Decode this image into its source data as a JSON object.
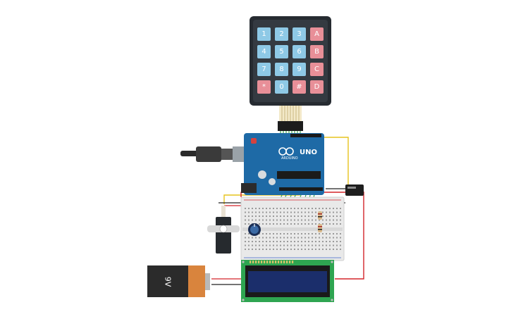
{
  "keypad": {
    "rows": [
      [
        "1",
        "2",
        "3",
        "A"
      ],
      [
        "4",
        "5",
        "6",
        "B"
      ],
      [
        "7",
        "8",
        "9",
        "C"
      ],
      [
        "*",
        "0",
        "#",
        "D"
      ]
    ],
    "digit_color": "#8ec9e6",
    "letter_color": "#e88f98",
    "body_color": "#262b31"
  },
  "arduino": {
    "brand": "ARDUINO",
    "model": "UNO",
    "board_color": "#1e6aa6"
  },
  "battery": {
    "label": "9V"
  },
  "wire_colors": {
    "red": "#d3252a",
    "black": "#222222",
    "green": "#3aa84a",
    "yellow": "#e6c31e",
    "orange": "#f0a33a"
  }
}
